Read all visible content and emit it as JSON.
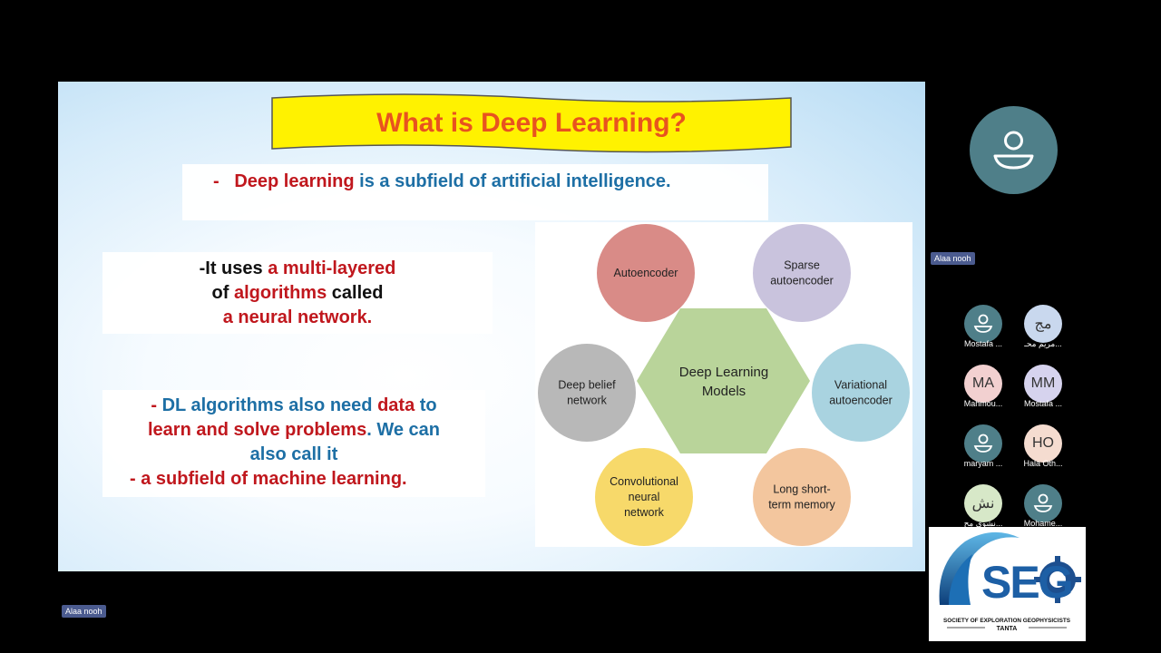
{
  "slide": {
    "title": "What is Deep Learning?",
    "bullet1": {
      "dash": "-",
      "red": "Deep learning",
      "blue": " is a subfield of artificial intelligence."
    },
    "block2": {
      "l1_black": "-It uses ",
      "l1_red": "a multi-layered",
      "l2_black1": "of ",
      "l2_red": "algorithms",
      "l2_black2": " called",
      "l3_red": "a neural network."
    },
    "block3": {
      "l1_dash": "-  ",
      "l1_blue": "DL algorithms also need ",
      "l1_red": "data",
      "l1_blue2": " to",
      "l2_red": "learn and solve problems",
      "l2_blue": ". We can",
      "l3_blue": "also call it",
      "l4_dash": "-  ",
      "l4_red": "a subfield of machine learning."
    },
    "diagram": {
      "center": [
        "Deep Learning",
        "Models"
      ],
      "nodes": [
        {
          "lines": [
            "Autoencoder"
          ],
          "color": "#d98b87"
        },
        {
          "lines": [
            "Sparse",
            "autoencoder"
          ],
          "color": "#c9c3dd"
        },
        {
          "lines": [
            "Variational",
            "autoencoder"
          ],
          "color": "#a9d3e0"
        },
        {
          "lines": [
            "Long short-",
            "term memory"
          ],
          "color": "#f3c69e"
        },
        {
          "lines": [
            "Convolutional",
            "neural",
            "network"
          ],
          "color": "#f7d96a"
        },
        {
          "lines": [
            "Deep belief",
            "network"
          ],
          "color": "#b8b8b8"
        }
      ],
      "hex_color": "#b9d49a"
    }
  },
  "meeting": {
    "presenter_name": "Alaa nooh",
    "speaker_name": "Alaa nooh",
    "participants": [
      {
        "initials": "",
        "name": "Mostafa ...",
        "bg": "#4f7f89",
        "icon": "person-icon"
      },
      {
        "initials": "مج",
        "name": "مريم محـ...",
        "bg": "#c9d8ee",
        "icon": ""
      },
      {
        "initials": "MA",
        "name": "Mahmou...",
        "bg": "#f2d0d0",
        "icon": ""
      },
      {
        "initials": "MM",
        "name": "Mostafa ...",
        "bg": "#d6d3ee",
        "icon": ""
      },
      {
        "initials": "",
        "name": "maryam ...",
        "bg": "#4f7f89",
        "icon": "person-icon"
      },
      {
        "initials": "HO",
        "name": "Hala Oth...",
        "bg": "#f5dcd0",
        "icon": ""
      },
      {
        "initials": "نش",
        "name": "نشوى مح...",
        "bg": "#d7e8c8",
        "icon": ""
      },
      {
        "initials": "",
        "name": "Mohame...",
        "bg": "#4f7f89",
        "icon": "person-icon"
      }
    ]
  },
  "logo": {
    "letters": "SEG",
    "line1": "SOCIETY OF EXPLORATION GEOPHYSICISTS",
    "line2": "TANTA"
  }
}
